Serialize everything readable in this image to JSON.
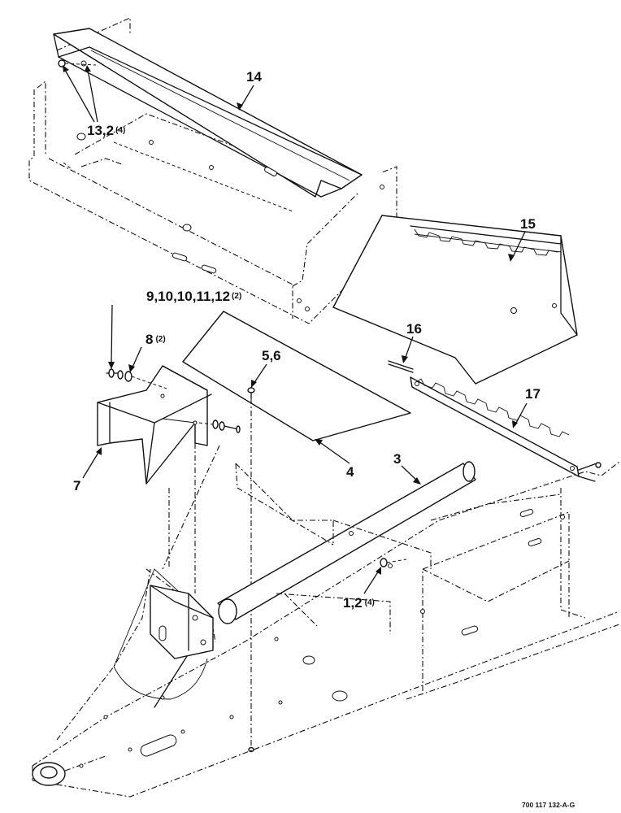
{
  "figure": {
    "drawing_number": "700 117 132-A-G",
    "callouts": [
      {
        "id": "c14",
        "label": "14",
        "qty": ""
      },
      {
        "id": "c13",
        "label": "13,2",
        "qty": "(4)"
      },
      {
        "id": "c15",
        "label": "15",
        "qty": ""
      },
      {
        "id": "c9",
        "label": "9,10,10,11,12",
        "qty": "(2)"
      },
      {
        "id": "c8",
        "label": "8",
        "qty": "(2)"
      },
      {
        "id": "c16",
        "label": "16",
        "qty": ""
      },
      {
        "id": "c56",
        "label": "5,6",
        "qty": ""
      },
      {
        "id": "c17",
        "label": "17",
        "qty": ""
      },
      {
        "id": "c7",
        "label": "7",
        "qty": ""
      },
      {
        "id": "c4",
        "label": "4",
        "qty": ""
      },
      {
        "id": "c3",
        "label": "3",
        "qty": ""
      },
      {
        "id": "c12",
        "label": "1,2",
        "qty": "(4)"
      }
    ]
  }
}
